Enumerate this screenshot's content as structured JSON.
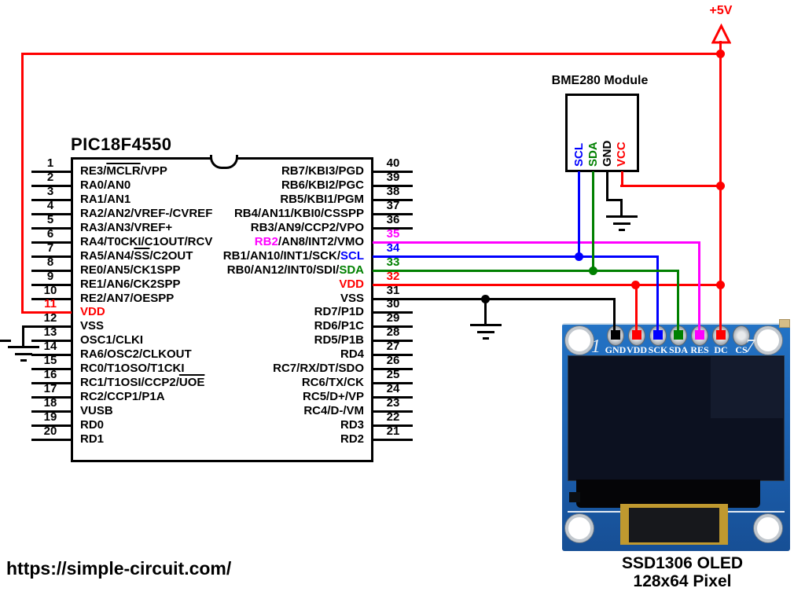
{
  "colors": {
    "red": "#ff0000",
    "magenta": "#ff00ff",
    "blue": "#0000ff",
    "green": "#008000",
    "black": "#000000",
    "pcb_blue": "#1c64b4"
  },
  "power": {
    "label": "+5V"
  },
  "watermark": {
    "text": "https://simple-circuit.com/"
  },
  "mcu": {
    "title": "PIC18F4550",
    "left_pins": [
      {
        "num": "1",
        "segs": [
          {
            "t": "RE3/"
          },
          {
            "t": "MCLR",
            "over": true
          },
          {
            "t": "/VPP"
          }
        ]
      },
      {
        "num": "2",
        "segs": [
          {
            "t": "RA0/AN0"
          }
        ]
      },
      {
        "num": "3",
        "segs": [
          {
            "t": "RA1/AN1"
          }
        ]
      },
      {
        "num": "4",
        "segs": [
          {
            "t": "RA2/AN2/VREF-/CVREF"
          }
        ]
      },
      {
        "num": "5",
        "segs": [
          {
            "t": "RA3/AN3/VREF+"
          }
        ]
      },
      {
        "num": "6",
        "segs": [
          {
            "t": "RA4/T0CKI/C1OUT/RCV"
          }
        ]
      },
      {
        "num": "7",
        "segs": [
          {
            "t": "RA5/AN4/"
          },
          {
            "t": "SS",
            "over": true
          },
          {
            "t": "/C2OUT"
          }
        ]
      },
      {
        "num": "8",
        "segs": [
          {
            "t": "RE0/AN5/CK1SPP"
          }
        ]
      },
      {
        "num": "9",
        "segs": [
          {
            "t": "RE1/AN6/CK2SPP"
          }
        ]
      },
      {
        "num": "10",
        "segs": [
          {
            "t": "RE2/AN7/OESPP"
          }
        ]
      },
      {
        "num": "11",
        "color": "#ff0000",
        "segs": [
          {
            "t": "VDD",
            "color": "#ff0000"
          }
        ]
      },
      {
        "num": "12",
        "segs": [
          {
            "t": "VSS"
          }
        ]
      },
      {
        "num": "13",
        "segs": [
          {
            "t": "OSC1/CLKI"
          }
        ]
      },
      {
        "num": "14",
        "segs": [
          {
            "t": "RA6/OSC2/CLKOUT"
          }
        ]
      },
      {
        "num": "15",
        "segs": [
          {
            "t": "RC0/T1OSO/T1CKI"
          }
        ]
      },
      {
        "num": "16",
        "segs": [
          {
            "t": "RC1/T1OSI/CCP2/"
          },
          {
            "t": "UOE",
            "over": true
          }
        ]
      },
      {
        "num": "17",
        "segs": [
          {
            "t": "RC2/CCP1/P1A"
          }
        ]
      },
      {
        "num": "18",
        "segs": [
          {
            "t": "VUSB"
          }
        ]
      },
      {
        "num": "19",
        "segs": [
          {
            "t": "RD0"
          }
        ]
      },
      {
        "num": "20",
        "segs": [
          {
            "t": "RD1"
          }
        ]
      }
    ],
    "right_pins": [
      {
        "num": "40",
        "segs": [
          {
            "t": "RB7/KBI3/PGD"
          }
        ]
      },
      {
        "num": "39",
        "segs": [
          {
            "t": "RB6/KBI2/PGC"
          }
        ]
      },
      {
        "num": "38",
        "segs": [
          {
            "t": "RB5/KBI1/PGM"
          }
        ]
      },
      {
        "num": "37",
        "segs": [
          {
            "t": "RB4/AN11/KBI0/CSSPP"
          }
        ]
      },
      {
        "num": "36",
        "segs": [
          {
            "t": "RB3/AN9/CCP2/VPO"
          }
        ]
      },
      {
        "num": "35",
        "color": "#ff00ff",
        "segs": [
          {
            "t": "RB2",
            "color": "#ff00ff"
          },
          {
            "t": "/AN8/INT2/VMO"
          }
        ]
      },
      {
        "num": "34",
        "color": "#0000ff",
        "segs": [
          {
            "t": "RB1/AN10/INT1/SCK/"
          },
          {
            "t": "SCL",
            "color": "#0000ff"
          }
        ]
      },
      {
        "num": "33",
        "color": "#008000",
        "segs": [
          {
            "t": "RB0/AN12/INT0/SDI/"
          },
          {
            "t": "SDA",
            "color": "#008000"
          }
        ]
      },
      {
        "num": "32",
        "color": "#ff0000",
        "segs": [
          {
            "t": "VDD",
            "color": "#ff0000"
          }
        ]
      },
      {
        "num": "31",
        "segs": [
          {
            "t": "VSS"
          }
        ]
      },
      {
        "num": "30",
        "segs": [
          {
            "t": "RD7/P1D"
          }
        ]
      },
      {
        "num": "29",
        "segs": [
          {
            "t": "RD6/P1C"
          }
        ]
      },
      {
        "num": "28",
        "segs": [
          {
            "t": "RD5/P1B"
          }
        ]
      },
      {
        "num": "27",
        "segs": [
          {
            "t": "RD4"
          }
        ]
      },
      {
        "num": "26",
        "segs": [
          {
            "t": "RC7/RX/DT/SDO"
          }
        ]
      },
      {
        "num": "25",
        "segs": [
          {
            "t": "RC6/TX/CK"
          }
        ]
      },
      {
        "num": "24",
        "segs": [
          {
            "t": "RC5/D+/VP"
          }
        ]
      },
      {
        "num": "23",
        "segs": [
          {
            "t": "RC4/D-/VM"
          }
        ]
      },
      {
        "num": "22",
        "segs": [
          {
            "t": "RD3"
          }
        ]
      },
      {
        "num": "21",
        "segs": [
          {
            "t": "RD2"
          }
        ]
      }
    ]
  },
  "bme280": {
    "title": "BME280 Module",
    "pins": [
      {
        "label": "SCL",
        "color": "#0000ff"
      },
      {
        "label": "SDA",
        "color": "#008000"
      },
      {
        "label": "GND",
        "color": "#000000"
      },
      {
        "label": "VCC",
        "color": "#ff0000"
      }
    ]
  },
  "oled": {
    "silk_first": "1",
    "silk_last": "7",
    "pads": [
      "GND",
      "VDD",
      "SCK",
      "SDA",
      "RES",
      "DC",
      "CS"
    ],
    "caption1": "SSD1306 OLED",
    "caption2": "128x64 Pixel"
  }
}
